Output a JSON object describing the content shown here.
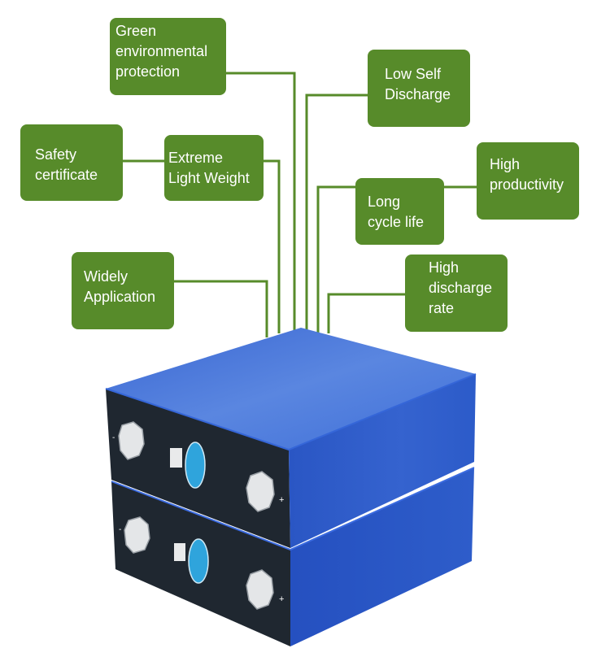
{
  "title": "LiFePO4 prismatic battery cell features",
  "colors": {
    "box_fill": "#578b2a",
    "connector_line": "#578b2a",
    "box_text": "#ffffff",
    "cell_case_blue": "#2f5cc6",
    "cell_face_dark": "#1f2730",
    "vent_blue": "#2fa4dc",
    "terminal_white": "#e6e8ea"
  },
  "features": [
    {
      "id": "green-environmental-protection",
      "lines": [
        "Green",
        "environmental",
        "protection"
      ]
    },
    {
      "id": "safety-certificate",
      "lines": [
        "Safety",
        "certificate"
      ]
    },
    {
      "id": "extreme-light-weight",
      "lines": [
        "Extreme",
        "Light Weight"
      ]
    },
    {
      "id": "widely-application",
      "lines": [
        "Widely",
        "Application"
      ]
    },
    {
      "id": "low-self-discharge",
      "lines": [
        "Low Self",
        "Discharge"
      ]
    },
    {
      "id": "high-productivity",
      "lines": [
        "High",
        "productivity"
      ]
    },
    {
      "id": "long-cycle-life",
      "lines": [
        "Long",
        "cycle life"
      ]
    },
    {
      "id": "high-discharge-rate",
      "lines": [
        "High",
        "discharge",
        "rate"
      ]
    }
  ],
  "battery": {
    "cell_count": 2,
    "terminal_labels": {
      "negative": "-",
      "positive": "+"
    }
  }
}
